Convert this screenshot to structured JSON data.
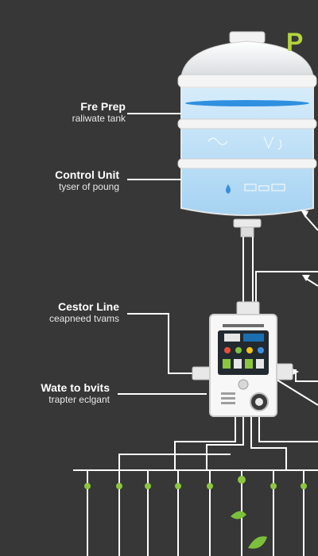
{
  "badge": {
    "text": "P",
    "color": "#b4d43c"
  },
  "labels": [
    {
      "title": "Fre Prep",
      "sub": "raliwate tank"
    },
    {
      "title": "Control Unit",
      "sub": "tyser of poung"
    },
    {
      "title": "Cestor Line",
      "sub": "ceapneed tvams"
    },
    {
      "title": "Wate to bvits",
      "sub": "trapter eclgant"
    }
  ],
  "colors": {
    "background": "#373737",
    "line": "#ffffff",
    "water": "#9fd3ff",
    "accent_green": "#8cc63f",
    "leaf_green": "#7cbf3a"
  },
  "icons": [
    "water-tank-icon",
    "control-panel-icon",
    "pressure-gauge-icon",
    "water-drop-icon",
    "leaf-icon"
  ]
}
